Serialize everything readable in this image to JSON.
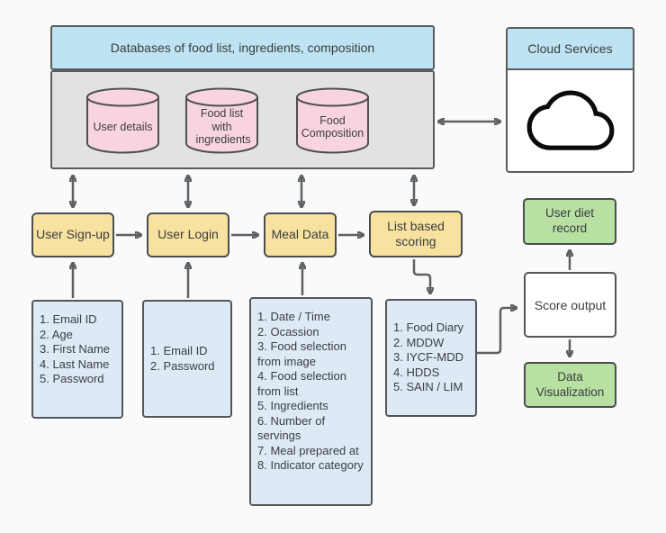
{
  "diagram": {
    "database_panel": {
      "title": "Databases of food list, ingredients, composition",
      "cylinders": [
        "User details",
        "Food list with ingredients",
        "Food Composition"
      ]
    },
    "cloud_panel": {
      "title": "Cloud Services",
      "icon": "cloud-icon"
    },
    "process_nodes": {
      "user_signup": "User Sign-up",
      "user_login": "User Login",
      "meal_data": "Meal Data",
      "list_based_scoring": "List based scoring"
    },
    "detail_lists": {
      "signup_fields": [
        "1. Email ID",
        "2. Age",
        "3. First Name",
        "4. Last Name",
        "5. Password"
      ],
      "login_fields": [
        "1. Email ID",
        "2. Password"
      ],
      "meal_fields": [
        "1. Date / Time",
        "2. Ocassion",
        "3. Food selection from image",
        "4. Food selection from list",
        "5. Ingredients",
        "6. Number of servings",
        "7. Meal prepared at",
        "8. Indicator category"
      ],
      "scoring_indicators": [
        "1. Food Diary",
        "2. MDDW",
        "3. IYCF-MDD",
        "4. HDDS",
        "5. SAIN / LIM"
      ]
    },
    "output_nodes": {
      "user_diet_record": "User diet record",
      "score_output": "Score output",
      "data_visualization": "Data Visualization"
    },
    "colors": {
      "header_blue": "#bee3f2",
      "container_gray": "#e2e2e2",
      "cylinder_pink": "#f8d5de",
      "process_yellow": "#f8e2a0",
      "detail_blue": "#ddeaf6",
      "output_green": "#b7e0a2",
      "arrow_gray": "#5d6164",
      "border_gray": "#54565a"
    }
  }
}
